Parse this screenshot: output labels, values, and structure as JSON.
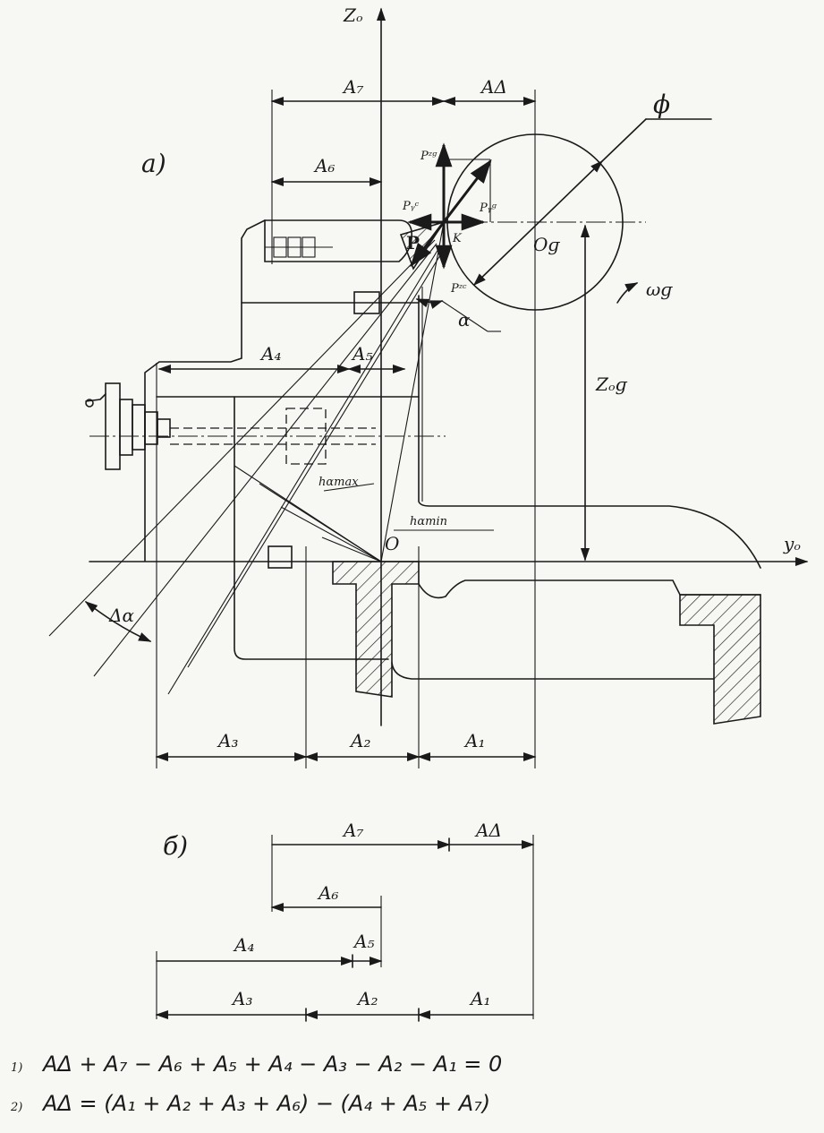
{
  "part_a": {
    "label": "a)",
    "axes": {
      "z": "Zₒ",
      "y": "yₒ"
    },
    "points": {
      "origin": "O",
      "contact": "K",
      "center": "Oɡ",
      "tool": "P"
    },
    "symbols": {
      "diameter": "ϕ",
      "omega": "ωɡ",
      "alpha": "α",
      "delta_alpha": "Δα",
      "z_offset": "Zₒɡ",
      "h_max": "hαmax",
      "h_min": "hαmin"
    },
    "forces": {
      "pz_g": "Pᶻᵍ",
      "py_g": "Pᵧᵍ",
      "py_ch": "Pᵧᶜ",
      "pz_ch": "Pᶻᶜ"
    },
    "dims": {
      "A1": "A₁",
      "A2": "A₂",
      "A3": "A₃",
      "A4": "A₄",
      "A5": "A₅",
      "A6": "A₆",
      "A7": "A₇",
      "Ad": "AΔ"
    }
  },
  "part_b": {
    "label": "б)",
    "dims": {
      "A1": "A₁",
      "A2": "A₂",
      "A3": "A₃",
      "A4": "A₄",
      "A5": "A₅",
      "A6": "A₆",
      "A7": "A₇",
      "Ad": "AΔ"
    }
  },
  "equations": [
    {
      "num": "1)",
      "text": "AΔ + A₇ − A₆ + A₅ + A₄ − A₃ − A₂ − A₁  = 0"
    },
    {
      "num": "2)",
      "text": "AΔ = (A₁ + A₂ + A₃ + A₆) − (A₄ + A₅ + A₇)"
    }
  ]
}
